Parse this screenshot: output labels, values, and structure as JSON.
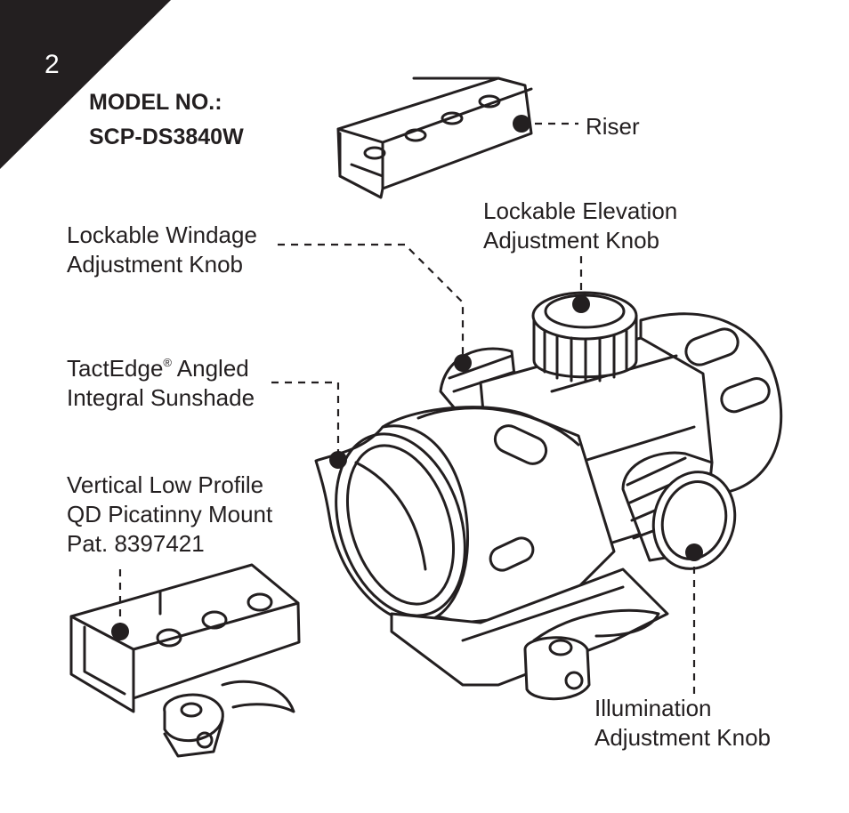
{
  "page": {
    "number": "2"
  },
  "model": {
    "line1": "MODEL NO.:",
    "line2": "SCP-DS3840W"
  },
  "labels": {
    "riser": "Riser",
    "elevation": {
      "line1": "Lockable Elevation",
      "line2": "Adjustment Knob"
    },
    "windage": {
      "line1": "Lockable Windage",
      "line2": "Adjustment Knob"
    },
    "sunshade": {
      "line1_a": "TactEdge",
      "line1_sup": "®",
      "line1_b": " Angled",
      "line2": "Integral Sunshade"
    },
    "mount": {
      "line1": "Vertical Low Profile",
      "line2": "QD Picatinny Mount",
      "line3": "Pat. 8397421"
    },
    "illumination": {
      "line1": "Illumination",
      "line2": "Adjustment Knob"
    }
  },
  "colors": {
    "ink": "#231f20",
    "corner": "#231f20",
    "background": "#ffffff"
  }
}
